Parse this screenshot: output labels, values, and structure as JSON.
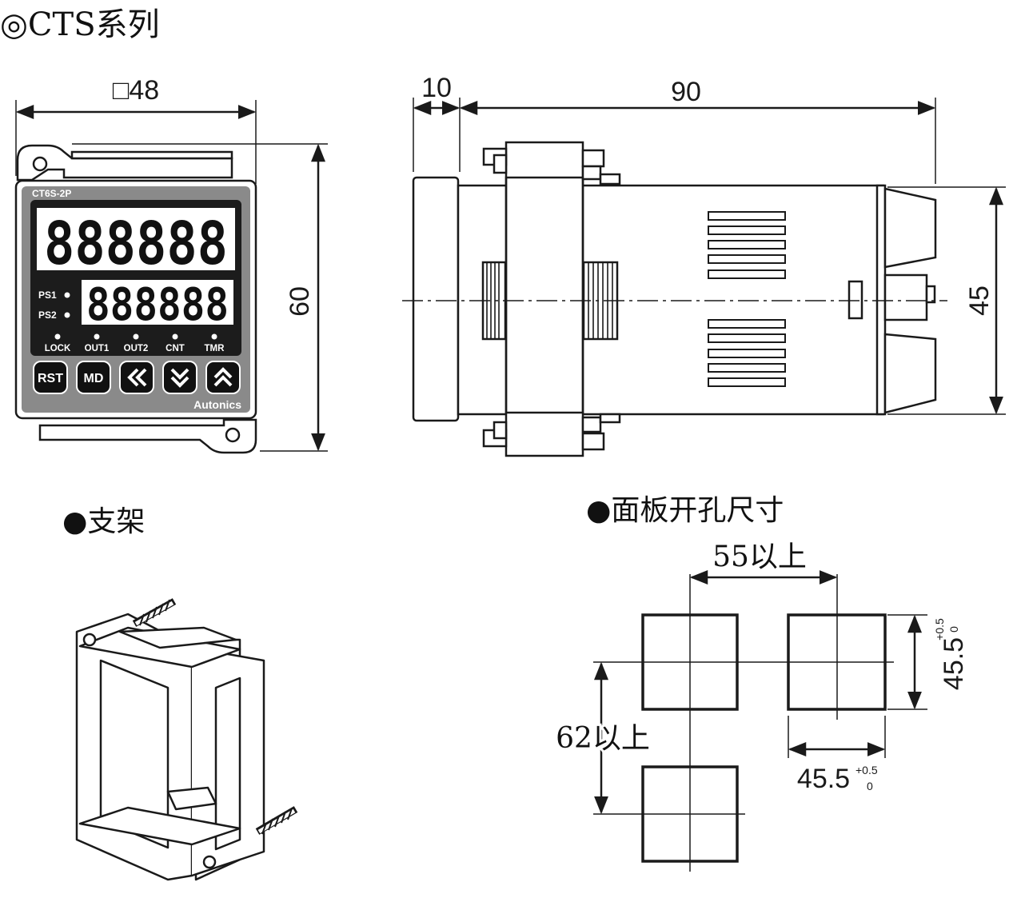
{
  "title": "◎CTS系列",
  "front_view": {
    "width_label": "□48",
    "height_label": "60",
    "model": "CT6S-2P",
    "display_upper": "888888",
    "display_lower": "888888",
    "ps1": "PS1",
    "ps2": "PS2",
    "indicators": [
      "LOCK",
      "OUT1",
      "OUT2",
      "CNT",
      "TMR"
    ],
    "buttons": [
      "RST",
      "MD"
    ],
    "brand": "Autonics"
  },
  "side_view": {
    "dim_front": "10",
    "dim_body": "90",
    "dim_height": "45"
  },
  "bracket": {
    "heading": "●支架"
  },
  "panel_cutout": {
    "heading": "●面板开孔尺寸",
    "horizontal_spacing": "55以上",
    "vertical_spacing": "62以上",
    "cutout_height": "45.5",
    "cutout_width": "45.5",
    "tol_upper": "+0.5",
    "tol_lower": "0"
  },
  "colors": {
    "line": "#1a1a1a",
    "panel_gray": "#8a8a8a",
    "display_black": "#111111"
  }
}
